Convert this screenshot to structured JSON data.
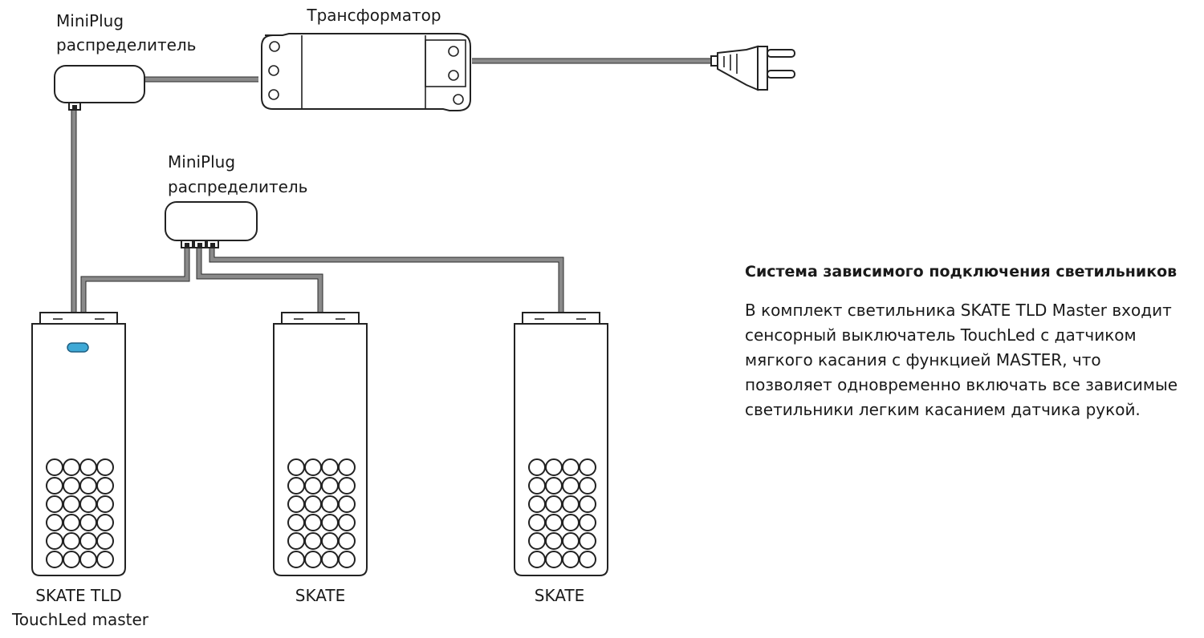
{
  "labels": {
    "transformer": "Трансформатор",
    "splitter_top_line1": "MiniPlug",
    "splitter_top_line2": "распределитель",
    "splitter_mid_line1": "MiniPlug",
    "splitter_mid_line2": "распределитель",
    "lamp_master_line1": "SKATE TLD",
    "lamp_master_line2": "TouchLed master",
    "lamp_2": "SKATE",
    "lamp_3": "SKATE"
  },
  "description": {
    "title": "Система зависимого подключения светильников",
    "lines": [
      "В комплект светильника SKATE TLD Master входит",
      "сенсорный выключатель TouchLed с датчиком",
      "мягкого касания с функцией MASTER, что",
      "позволяет одновременно включать все зависимые",
      "светильники легким касанием датчика рукой."
    ]
  },
  "colors": {
    "cable": "#8a8a8a",
    "touch_sensor": "#3fa9d6"
  }
}
